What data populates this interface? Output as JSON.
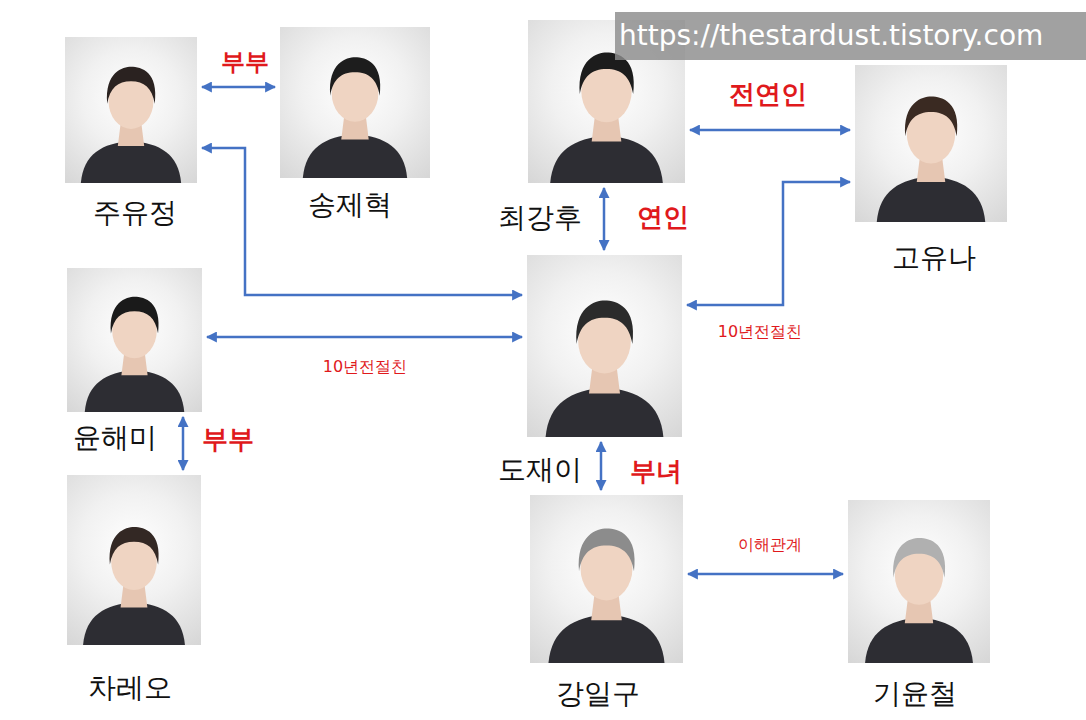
{
  "diagram": {
    "nodes": [
      {
        "text": [
          "주유정"
        ]
      },
      {
        "text": [
          "송제혁"
        ]
      },
      {
        "text": [
          "최강후"
        ]
      },
      {
        "text": [
          "고유나"
        ]
      },
      {
        "text": [
          "윤해미"
        ]
      },
      {
        "text": [
          "도재이"
        ]
      },
      {
        "text": [
          "차레오"
        ]
      },
      {
        "text": [
          "강일구"
        ]
      },
      {
        "text": [
          "기윤철"
        ]
      }
    ],
    "edges": [
      {
        "from": 0,
        "to": 1,
        "arrow": "both",
        "label": "부부"
      },
      {
        "from": 2,
        "to": 3,
        "arrow": "both",
        "label": "전연인"
      },
      {
        "from": 2,
        "to": 5,
        "arrow": "both",
        "label": "연인"
      },
      {
        "from": 0,
        "to": 5,
        "arrow": "both"
      },
      {
        "from": 4,
        "to": 5,
        "arrow": "both",
        "label": "10년전절친"
      },
      {
        "from": 5,
        "to": 3,
        "arrow": "both",
        "label": "10년전절친"
      },
      {
        "from": 4,
        "to": 6,
        "arrow": "both",
        "label": "부부"
      },
      {
        "from": 5,
        "to": 7,
        "arrow": "both",
        "label": "부녀"
      },
      {
        "from": 7,
        "to": 8,
        "arrow": "both",
        "label": "이해관계"
      }
    ],
    "labels": [
      "https://thestardust.tistory.com"
    ]
  }
}
